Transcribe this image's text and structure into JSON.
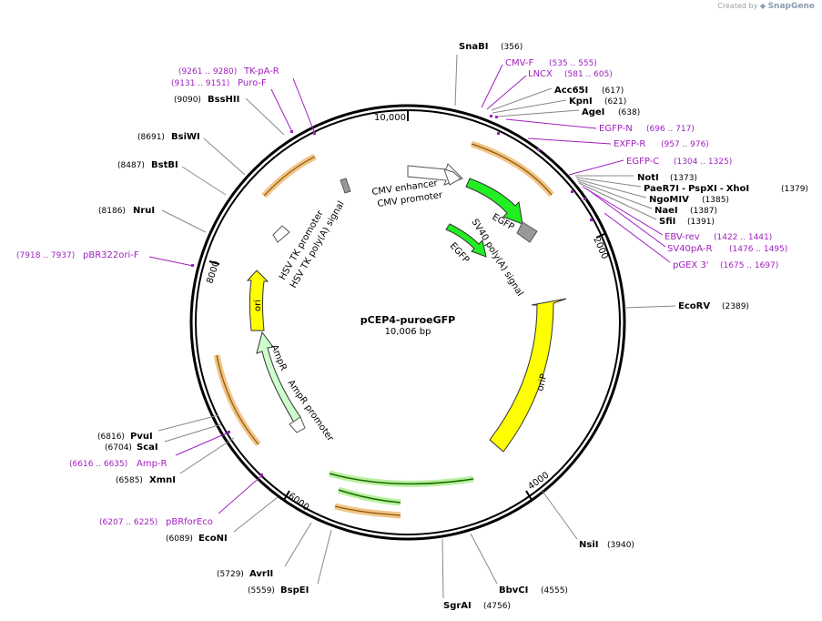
{
  "credit": {
    "prefix": "Created by",
    "brand": "SnapGene"
  },
  "plasmid": {
    "name": "pCEP4-puroeGFP",
    "length_label": "10,006 bp",
    "length": 10006
  },
  "ticks": [
    {
      "pos": 10000,
      "label": "10,000"
    },
    {
      "pos": 2000,
      "label": "2000"
    },
    {
      "pos": 4000,
      "label": "4000"
    },
    {
      "pos": 6000,
      "label": "6000"
    },
    {
      "pos": 8000,
      "label": "8000"
    }
  ],
  "enzymes": [
    {
      "name": "SnaBI",
      "pos": "(356)",
      "at": 356
    },
    {
      "name": "Acc65I",
      "pos": "(617)",
      "at": 617
    },
    {
      "name": "KpnI",
      "pos": "(621)",
      "at": 621
    },
    {
      "name": "AgeI",
      "pos": "(638)",
      "at": 638
    },
    {
      "name": "NotI",
      "pos": "(1373)",
      "at": 1373
    },
    {
      "name": "PaeR7I",
      "pos": "",
      "at": 1379,
      "group": [
        "PaeR7I",
        "PspXI",
        "XhoI"
      ],
      "group_pos": "(1379)"
    },
    {
      "name": "NgoMIV",
      "pos": "(1385)",
      "at": 1385
    },
    {
      "name": "NaeI",
      "pos": "(1387)",
      "at": 1387
    },
    {
      "name": "SfiI",
      "pos": "(1391)",
      "at": 1391
    },
    {
      "name": "EcoRV",
      "pos": "(2389)",
      "at": 2389
    },
    {
      "name": "NsiI",
      "pos": "(3940)",
      "at": 3940
    },
    {
      "name": "BbvCI",
      "pos": "(4555)",
      "at": 4555
    },
    {
      "name": "SgrAI",
      "pos": "(4756)",
      "at": 4756
    },
    {
      "name": "BspEI",
      "pos": "(5559)",
      "at": 5559
    },
    {
      "name": "AvrII",
      "pos": "(5729)",
      "at": 5729
    },
    {
      "name": "EcoNI",
      "pos": "(6089)",
      "at": 6089
    },
    {
      "name": "XmnI",
      "pos": "(6585)",
      "at": 6585
    },
    {
      "name": "ScaI",
      "pos": "(6704)",
      "at": 6704
    },
    {
      "name": "PvuI",
      "pos": "(6816)",
      "at": 6816
    },
    {
      "name": "NruI",
      "pos": "(8186)",
      "at": 8186
    },
    {
      "name": "BstBI",
      "pos": "(8487)",
      "at": 8487
    },
    {
      "name": "BsiWI",
      "pos": "(8691)",
      "at": 8691
    },
    {
      "name": "BssHII",
      "pos": "(9090)",
      "at": 9090
    }
  ],
  "primers": [
    {
      "name": "CMV-F",
      "range": "(535 .. 555)",
      "at": 545
    },
    {
      "name": "LNCX",
      "range": "(581 .. 605)",
      "at": 593
    },
    {
      "name": "EGFP-N",
      "range": "(696 .. 717)",
      "at": 706
    },
    {
      "name": "EXFP-R",
      "range": "(957 .. 976)",
      "at": 966
    },
    {
      "name": "EGFP-C",
      "range": "(1304 .. 1325)",
      "at": 1314
    },
    {
      "name": "EBV-rev",
      "range": "(1422 .. 1441)",
      "at": 1431
    },
    {
      "name": "SV40pA-R",
      "range": "(1476 .. 1495)",
      "at": 1485
    },
    {
      "name": "pGEX 3'",
      "range": "(1675 .. 1697)",
      "at": 1686
    },
    {
      "name": "pBR322ori-F",
      "range": "(7918 .. 7937)",
      "at": 7927
    },
    {
      "name": "Amp-R",
      "range": "(6616 .. 6635)",
      "at": 6625
    },
    {
      "name": "pBRforEco",
      "range": "(6207 .. 6225)",
      "at": 6216
    },
    {
      "name": "TK-pA-R",
      "range": "(9261 .. 9280)",
      "at": 9270
    },
    {
      "name": "Puro-F",
      "range": "(9131 .. 9151)",
      "at": 9141
    }
  ],
  "features": [
    {
      "name": "CMV enhancer",
      "color": "#ffffff"
    },
    {
      "name": "CMV promoter",
      "color": "#ffffff"
    },
    {
      "name": "EGFP",
      "color": "#22ee22"
    },
    {
      "name": "SV40 poly(A) signal",
      "color": "#999999"
    },
    {
      "name": "EGFP",
      "color": "#22ee22"
    },
    {
      "name": "oriP",
      "color": "#ffff00"
    },
    {
      "name": "AmpR",
      "color": "#ccffcc"
    },
    {
      "name": "AmpR promoter",
      "color": "#ffffff"
    },
    {
      "name": "ori",
      "color": "#ffff00"
    },
    {
      "name": "HSV TK promoter",
      "color": "#ffffff"
    },
    {
      "name": "HSV TK poly(A) signal",
      "color": "#999999"
    }
  ],
  "colors": {
    "primer": "#a020c0",
    "orange_feature": "#f0c080",
    "backbone": "#000000"
  }
}
